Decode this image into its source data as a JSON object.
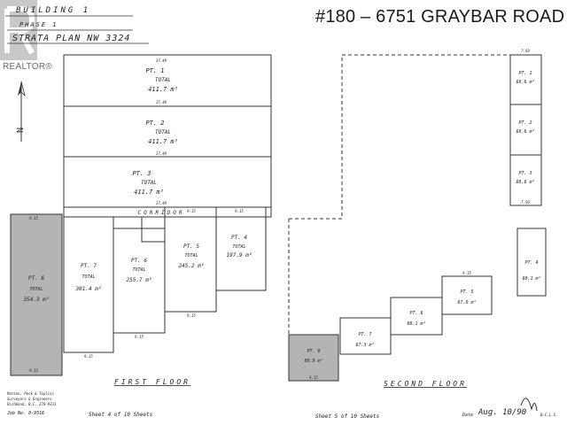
{
  "header": {
    "address": "#180 – 6751 GRAYBAR ROAD",
    "building": "BUILDING 1",
    "phase": "PHASE 1",
    "strata_plan": "STRATA PLAN NW 3324",
    "logo_text": "REALTOR®"
  },
  "first_floor": {
    "title": "FIRST FLOOR",
    "corridor": "CORRIDOR",
    "parts": [
      {
        "name": "PT. 1",
        "total_label": "TOTAL",
        "area": "411.7 m²"
      },
      {
        "name": "PT. 2",
        "total_label": "TOTAL",
        "area": "411.7 m²"
      },
      {
        "name": "PT. 3",
        "total_label": "TOTAL",
        "area": "411.7 m²"
      },
      {
        "name": "PT. 4",
        "total_label": "TOTAL",
        "area": "197.9 m²"
      },
      {
        "name": "PT. 5",
        "total_label": "TOTAL",
        "area": "245.2 m²"
      },
      {
        "name": "PT. 6",
        "total_label": "TOTAL",
        "area": "255.7 m²"
      },
      {
        "name": "PT. 7",
        "total_label": "TOTAL",
        "area": "301.4 m²"
      },
      {
        "name": "PT. 8",
        "total_label": "TOTAL",
        "area": "354.3 m²"
      }
    ],
    "dims": {
      "top": "37.49",
      "side": "9.15",
      "w": "9.15"
    }
  },
  "second_floor": {
    "title": "SECOND FLOOR",
    "parts": [
      {
        "name": "PT. 1",
        "area": "68.6 m²"
      },
      {
        "name": "PT. 2",
        "area": "68.6 m²"
      },
      {
        "name": "PT. 3",
        "area": "68.6 m²"
      },
      {
        "name": "PT. 4",
        "area": "60.1 m²"
      },
      {
        "name": "PT. 5",
        "area": "67.0 m²"
      },
      {
        "name": "PT. 6",
        "area": "68.1 m²"
      },
      {
        "name": "PT. 7",
        "area": "67.3 m²"
      },
      {
        "name": "PT. 8",
        "area": "80.9 m²"
      }
    ],
    "dims": {
      "w": "7.50",
      "s": "9.15"
    }
  },
  "footer": {
    "surveyor": "Matson, Peck & Topliss\nSurveyors & Engineers\nRichmond, B.C. 270-9331",
    "job": "Job No. 8-9516",
    "sheet_first": "Sheet 4 of 10 Sheets",
    "sheet_second": "Sheet 5 of 10 Sheets",
    "date_label": "Date",
    "date_value": "Aug. 10/90",
    "bcls": "B.C.L.S."
  },
  "colors": {
    "shaded_unit": "#b4b4b4",
    "line": "#333333"
  }
}
